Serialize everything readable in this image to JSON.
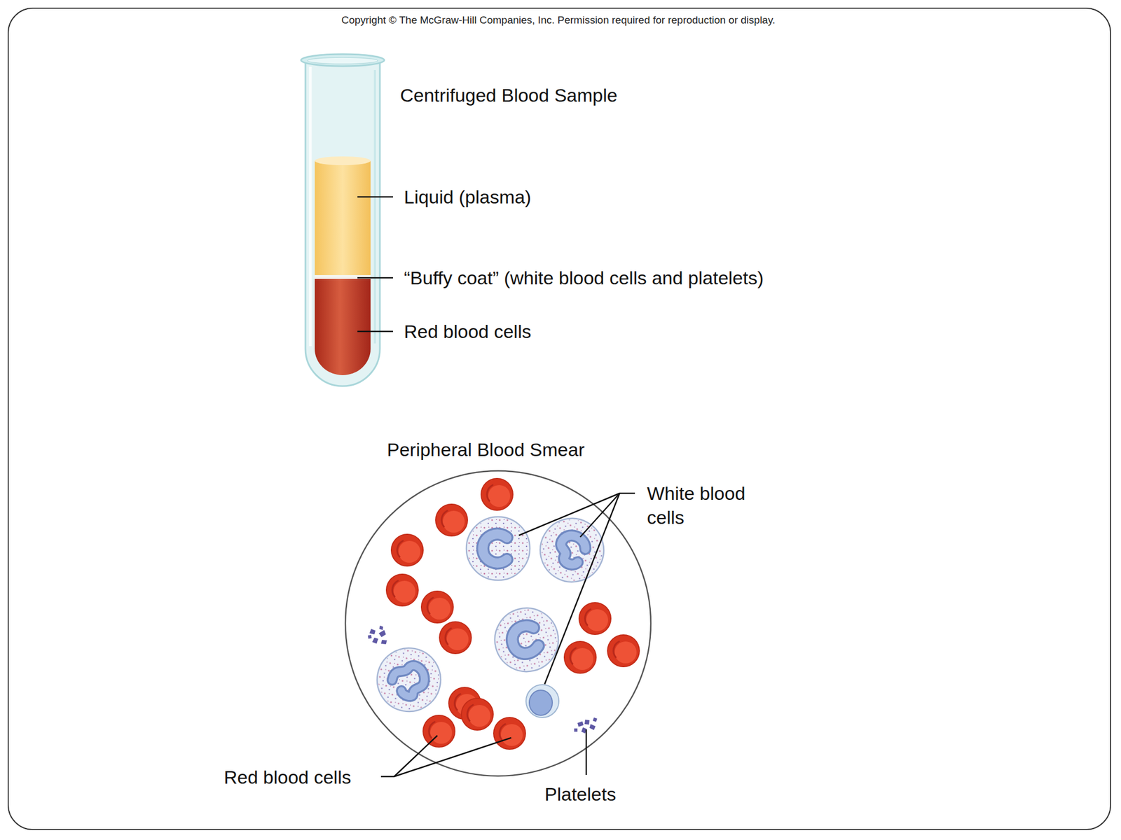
{
  "diagram": {
    "nodes": [
      {
        "text": [
          "Centrifuged Blood Sample"
        ]
      },
      {
        "text": [
          "Peripheral Blood Smear"
        ]
      }
    ],
    "labels": [
      "Copyright © The McGraw-Hill Companies, Inc. Permission required for reproduction or display.",
      "Liquid (plasma)",
      "“Buffy coat” (white blood cells and platelets)",
      "Red blood cells",
      "White blood cells",
      "Red blood cells",
      "Platelets"
    ]
  }
}
